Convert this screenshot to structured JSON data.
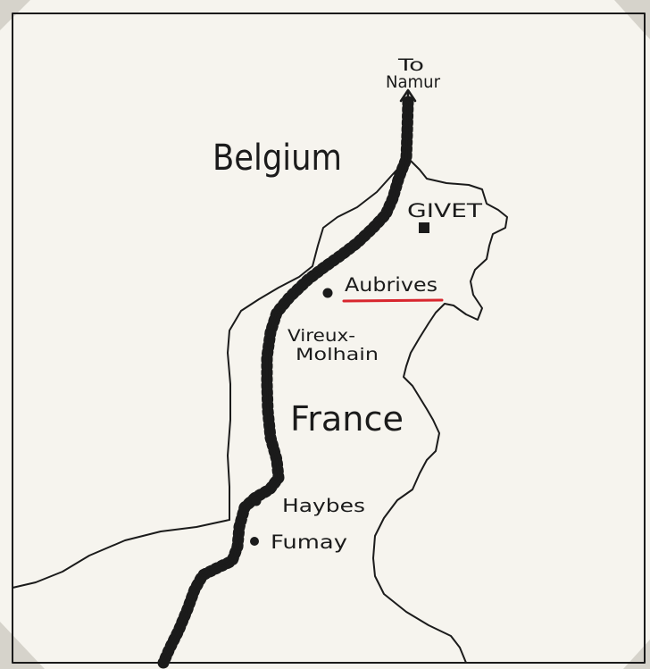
{
  "map": {
    "direction_label": {
      "line1": "To",
      "line2": "Namur",
      "icon": "arrow-up-icon"
    },
    "countries": {
      "belgium": "Belgium",
      "france": "France"
    },
    "places": {
      "givet": {
        "label": "GIVET",
        "marker": "square-marker-icon"
      },
      "aubrives": {
        "label": "Aubrives",
        "marker": "dot-marker-icon",
        "underlined": true
      },
      "vireux_molhain": {
        "label_line1": "Vireux-",
        "label_line2": "Molhain",
        "marker": "dot-marker-icon"
      },
      "haybes": {
        "label": "Haybes",
        "marker": "dot-marker-icon"
      },
      "fumay": {
        "label": "Fumay",
        "marker": "dot-marker-icon"
      }
    }
  },
  "colors": {
    "paper": "#f6f4ee",
    "ink": "#1b1b1b",
    "highlight": "#d8262e",
    "photo_corner": "#d6d3cb"
  }
}
